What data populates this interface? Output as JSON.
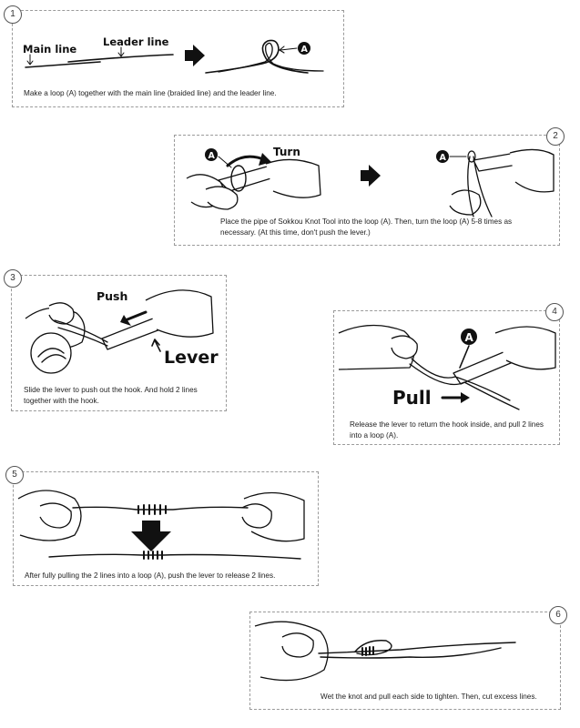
{
  "steps": [
    {
      "number": "1",
      "labels": {
        "main_line": "Main line",
        "leader_line": "Leader line",
        "callout": "A"
      },
      "caption": "Make a loop (A) together with the main line (braided line) and the leader line."
    },
    {
      "number": "2",
      "labels": {
        "callout": "A",
        "turn": "Turn",
        "callout_2": "A"
      },
      "caption": "Place the pipe of Sokkou Knot Tool into the loop (A). Then, turn the loop (A) 5-8 times as necessary. (At this time, don't push the lever.)"
    },
    {
      "number": "3",
      "labels": {
        "push": "Push",
        "lever": "Lever"
      },
      "caption": "Slide the lever to push out the hook. And hold 2 lines together with the hook."
    },
    {
      "number": "4",
      "labels": {
        "callout": "A",
        "pull": "Pull"
      },
      "caption": "Release the lever to return the hook inside, and pull 2 lines into a loop (A)."
    },
    {
      "number": "5",
      "caption": "After fully pulling the 2 lines into a loop (A), push the lever to release 2 lines."
    },
    {
      "number": "6",
      "caption": "Wet the knot and pull each side to tighten. Then, cut excess lines."
    }
  ]
}
